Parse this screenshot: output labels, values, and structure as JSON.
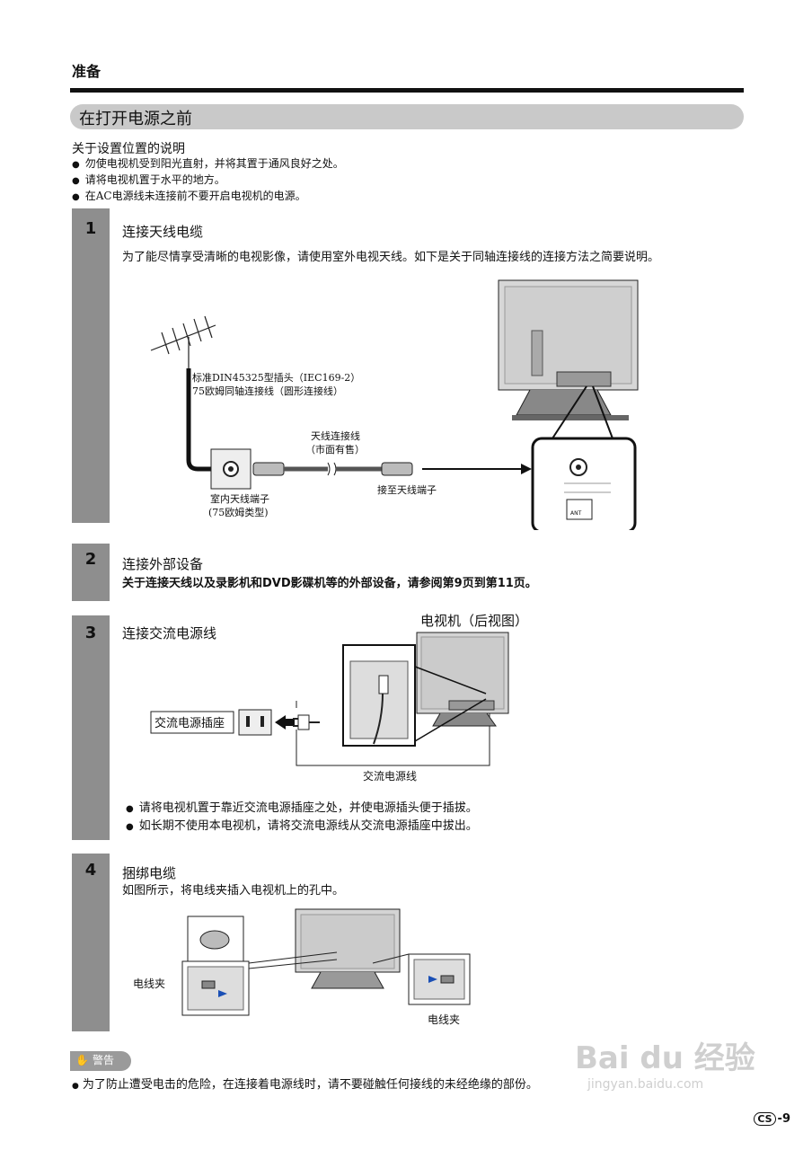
{
  "header": {
    "label": "准备"
  },
  "section": {
    "title": "在打开电源之前"
  },
  "placement": {
    "title": "关于设置位置的说明",
    "bullets": [
      "勿使电视机受到阳光直射，并将其置于通风良好之处。",
      "请将电视机置于水平的地方。",
      "在AC电源线未连接前不要开启电视机的电源。"
    ]
  },
  "steps": [
    {
      "number": "1",
      "title": "连接天线电缆",
      "text": "为了能尽情享受清晰的电视影像，请使用室外电视天线。如下是关于同轴连接线的连接方法之简要说明。"
    },
    {
      "number": "2",
      "title": "连接外部设备",
      "text": "关于连接天线以及录影机和DVD影碟机等的外部设备，请参阅第9页到第11页。"
    },
    {
      "number": "3",
      "title": "连接交流电源线"
    },
    {
      "number": "4",
      "title": "捆绑电缆",
      "text": "如图所示，将电线夹插入电视机上的孔中。"
    }
  ],
  "diagram1": {
    "plug_label_1": "标准DIN45325型插头（IEC169-2）",
    "plug_label_2": "75欧姆同轴连接线（圆形连接线）",
    "cable_label_1": "天线连接线",
    "cable_label_2": "（市面有售）",
    "wall_label_1": "室内天线端子",
    "wall_label_2": "(75欧姆类型)",
    "connect_label": "接至天线端子",
    "ant_label": "ANT"
  },
  "diagram3": {
    "tv_rear_title": "电视机（后视图）",
    "outlet_label": "交流电源插座",
    "cord_label": "交流电源线",
    "bullets": [
      "请将电视机置于靠近交流电源插座之处，并使电源插头便于插拔。",
      "如长期不使用本电视机，请将交流电源线从交流电源插座中拔出。"
    ]
  },
  "diagram4": {
    "clamp_label_left": "电线夹",
    "clamp_label_right": "电线夹"
  },
  "warning": {
    "badge": "警告",
    "text": "为了防止遭受电击的危险，在连接着电源线时，请不要碰触任何接线的未经绝缘的部份。"
  },
  "footer": {
    "lang": "CS",
    "page": "-9"
  },
  "watermark": {
    "brand": "Bai du 经验",
    "url": "jingyan.baidu.com"
  }
}
